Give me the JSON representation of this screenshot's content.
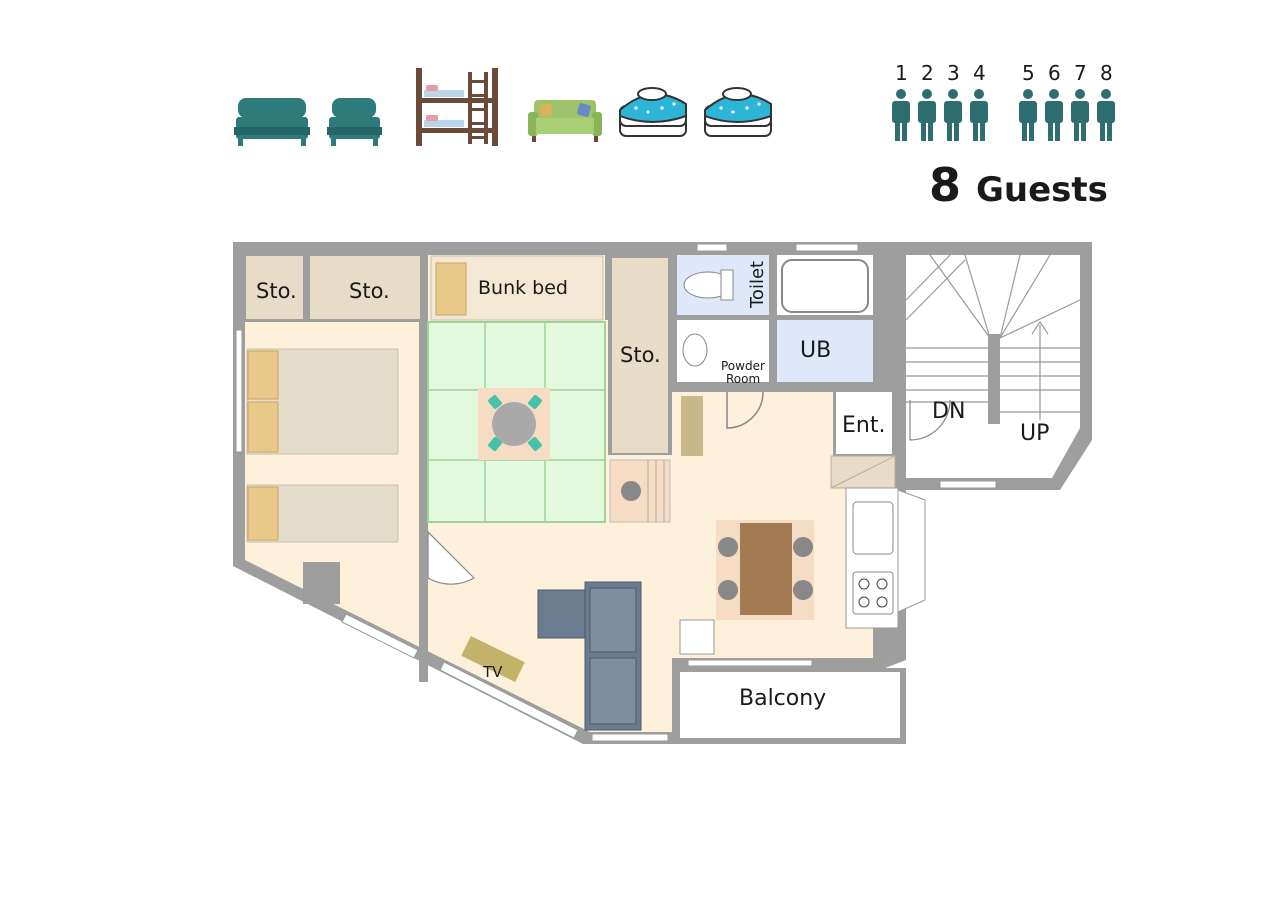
{
  "colors": {
    "wall": "#9e9e9e",
    "floor_wood": "#fdf1dc",
    "tatami": "#e3f9dd",
    "tatami_line": "#9ed49a",
    "bed": "#e2dcc9",
    "pillow": "#e9c98a",
    "storage": "#e6dcc7",
    "bath_blue": "#dfe8f8",
    "sofa": "#6b7c90",
    "table": "#a47a52",
    "chair": "#8c8c8c",
    "teal": "#2e7b7b",
    "person": "#2f6e70",
    "green_sofa": "#9dc46a"
  },
  "icons": [
    "double-bed-icon",
    "single-bed-icon",
    "bunk-bed-icon",
    "sofa-icon",
    "futon-icon",
    "futon-icon"
  ],
  "guests": {
    "numbers": [
      "1",
      "2",
      "3",
      "4",
      "5",
      "6",
      "7",
      "8"
    ],
    "count": "8",
    "label": "Guests"
  },
  "rooms": {
    "sto_1": "Sto.",
    "sto_2": "Sto.",
    "bunk_bed": "Bunk bed",
    "sto_3": "Sto.",
    "toilet": "Toilet",
    "ub": "UB",
    "powder_room_line1": "Powder",
    "powder_room_line2": "Room",
    "entrance": "Ent.",
    "dn": "DN",
    "up": "UP",
    "tv": "TV",
    "balcony": "Balcony"
  }
}
